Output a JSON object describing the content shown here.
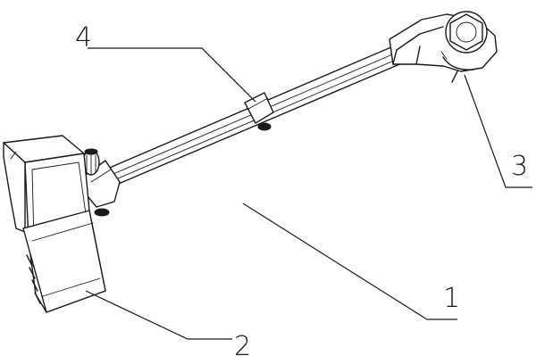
{
  "callouts": {
    "part_1": "1",
    "part_2": "2",
    "part_3": "3",
    "part_4": "4"
  },
  "colors": {
    "ink": "#1a1a1a",
    "background": "#ffffff"
  }
}
